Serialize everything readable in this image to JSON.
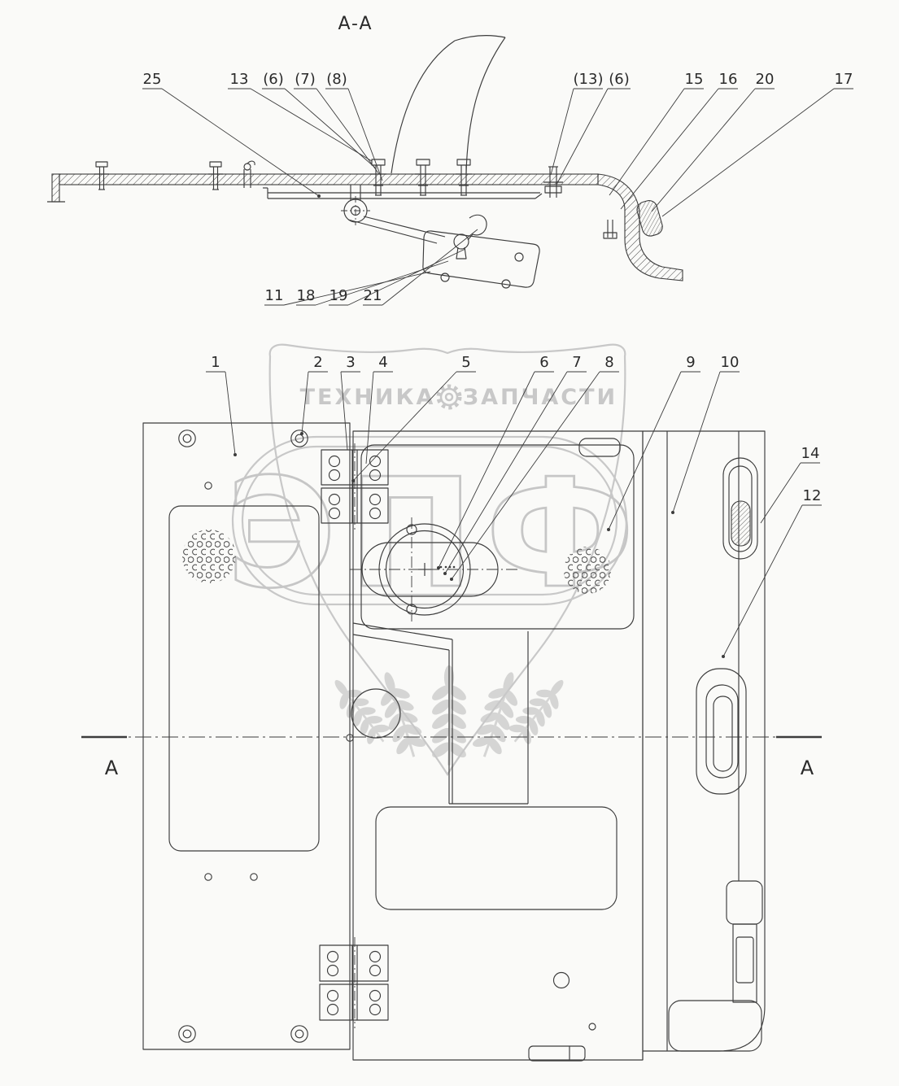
{
  "page": {
    "background_color": "#fafaf8",
    "line_color": "#3c3c3c",
    "watermark_color": "#c8c8c8"
  },
  "view_label": "A-A",
  "section_marker_left": "A",
  "section_marker_right": "A",
  "watermark": {
    "text_left": "ТЕХНИКА",
    "gear_icon": "gear",
    "text_right": "ЗАПЧАСТИ",
    "logo_text": "ЭПФ"
  },
  "callouts": {
    "top": [
      "25",
      "13",
      "(6)",
      "(7)",
      "(8)",
      "(13)",
      "(6)",
      "15",
      "16",
      "20",
      "17"
    ],
    "bracket": [
      "11",
      "18",
      "19",
      "21"
    ],
    "main": [
      "1",
      "2",
      "3",
      "4",
      "5",
      "6",
      "7",
      "8",
      "9",
      "10",
      "14",
      "12"
    ]
  }
}
